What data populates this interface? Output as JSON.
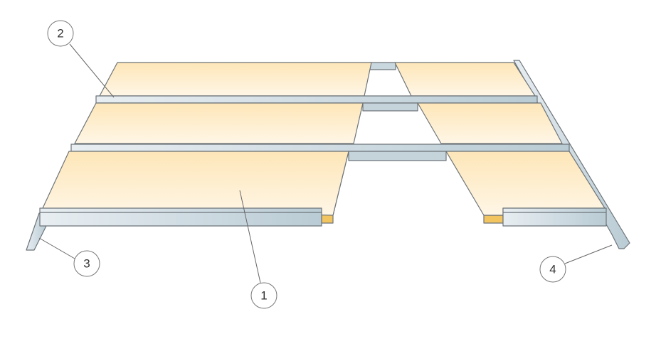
{
  "callouts": [
    {
      "id": "1",
      "text": "1"
    },
    {
      "id": "2",
      "text": "2"
    },
    {
      "id": "3",
      "text": "3"
    },
    {
      "id": "4",
      "text": "4"
    }
  ],
  "colors": {
    "panel": "#fdeccb",
    "panel_edge": "#f2c560",
    "metal": "#cfdde4",
    "metal_dark": "#a9bcc6",
    "outline": "#6d7479"
  }
}
